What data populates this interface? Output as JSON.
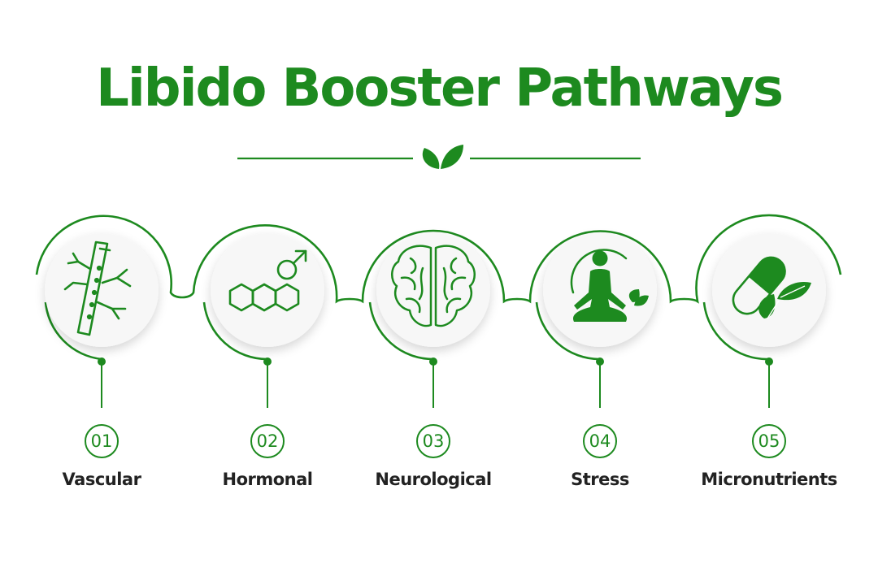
{
  "title": "Libido Booster Pathways",
  "colors": {
    "accent": "#1d8a1f",
    "text": "#222222",
    "circle_fill": "#f7f7f7"
  },
  "divider_icon": "leaves-icon",
  "pathways": [
    {
      "number": "01",
      "label": "Vascular",
      "icon": "blood-vessel-icon"
    },
    {
      "number": "02",
      "label": "Hormonal",
      "icon": "hormone-molecule-icon"
    },
    {
      "number": "03",
      "label": "Neurological",
      "icon": "brain-icon"
    },
    {
      "number": "04",
      "label": "Stress",
      "icon": "meditation-icon"
    },
    {
      "number": "05",
      "label": "Micronutrients",
      "icon": "pill-leaf-icon"
    }
  ]
}
